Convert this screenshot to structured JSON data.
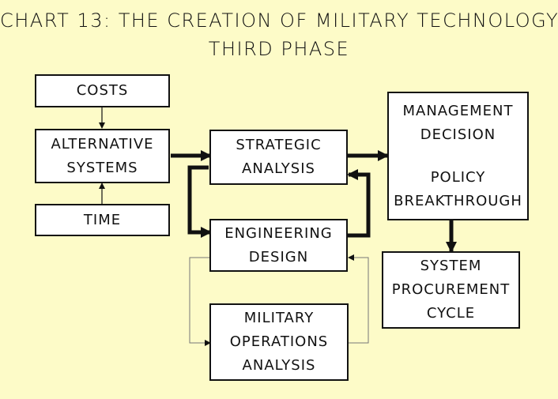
{
  "title": {
    "line1": "CHART 13: THE CREATION OF MILITARY TECHNOLOGY",
    "line2": "THIRD PHASE"
  },
  "nodes": {
    "costs": [
      "COSTS"
    ],
    "alternative_systems": [
      "ALTERNATIVE",
      "SYSTEMS"
    ],
    "time": [
      "TIME"
    ],
    "strategic_analysis": [
      "STRATEGIC",
      "ANALYSIS"
    ],
    "engineering_design": [
      "ENGINEERING",
      "DESIGN"
    ],
    "military_operations_analysis": [
      "MILITARY",
      "OPERATIONS",
      "ANALYSIS"
    ],
    "management_decision": [
      "MANAGEMENT",
      "DECISION"
    ],
    "policy_breakthrough": [
      "POLICY",
      "BREAKTHROUGH"
    ],
    "system_procurement_cycle": [
      "SYSTEM",
      "PROCUREMENT",
      "CYCLE"
    ]
  },
  "colors": {
    "background": "#fdfbc8",
    "box_fill": "#ffffff",
    "stroke": "#111111",
    "thin_connector": "#777777"
  }
}
